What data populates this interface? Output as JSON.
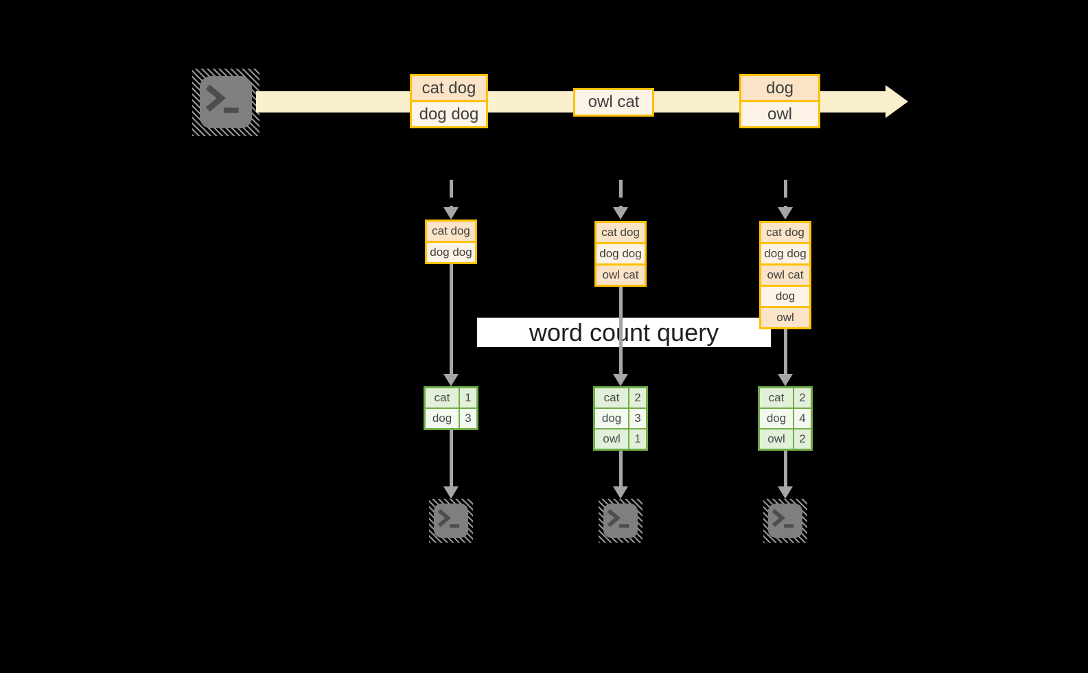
{
  "query_label": "word count query",
  "stream_events": [
    {
      "rows": [
        "cat dog",
        "dog dog"
      ]
    },
    {
      "rows": [
        "owl cat"
      ]
    },
    {
      "rows": [
        "dog",
        "owl"
      ]
    }
  ],
  "buffers": [
    {
      "rows": [
        "cat dog",
        "dog dog"
      ]
    },
    {
      "rows": [
        "cat dog",
        "dog dog",
        "owl cat"
      ]
    },
    {
      "rows": [
        "cat dog",
        "dog dog",
        "owl cat",
        "dog",
        "owl"
      ]
    }
  ],
  "count_tables": [
    {
      "rows": [
        {
          "word": "cat",
          "count": "1"
        },
        {
          "word": "dog",
          "count": "3"
        }
      ]
    },
    {
      "rows": [
        {
          "word": "cat",
          "count": "2"
        },
        {
          "word": "dog",
          "count": "3"
        },
        {
          "word": "owl",
          "count": "1"
        }
      ]
    },
    {
      "rows": [
        {
          "word": "cat",
          "count": "2"
        },
        {
          "word": "dog",
          "count": "4"
        },
        {
          "word": "owl",
          "count": "2"
        }
      ]
    }
  ],
  "icons": {
    "source": "terminal-prompt",
    "sinks": [
      "terminal-prompt",
      "terminal-prompt",
      "terminal-prompt"
    ]
  },
  "colors": {
    "background": "#000000",
    "stream_band": "#faf0ce",
    "event_border": "#ffc000",
    "event_fill_dark": "#fae3c7",
    "event_fill_light": "#fdf3e6",
    "table_border": "#70ad47",
    "table_fill_dark": "#e2efd9",
    "table_fill_light": "#f3f9ef",
    "arrow_gray": "#a6a6a6",
    "terminal_gray": "#7f7f7f",
    "query_band": "#ffffff"
  }
}
